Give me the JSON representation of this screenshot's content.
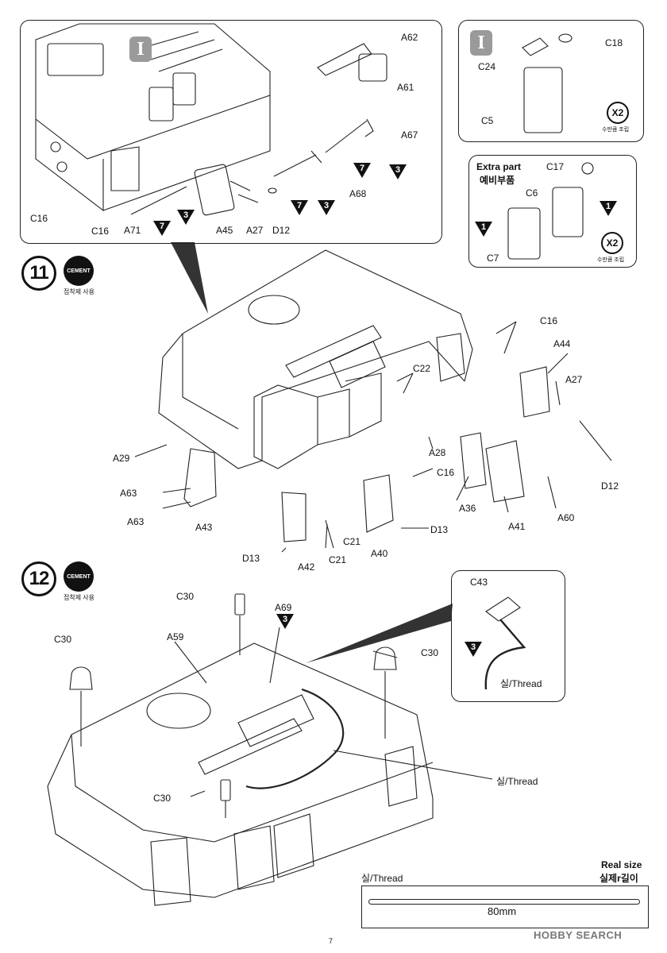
{
  "page_number": "7",
  "watermark": "HOBBY SEARCH",
  "ruler": {
    "heading_ko": "실제r길이",
    "heading_en": "Real size",
    "thread_label": "실/Thread",
    "length": "80mm"
  },
  "step11": {
    "number": "11",
    "cement_badge": "CEMENT",
    "cement_text": "접착제 사용",
    "detail_main": {
      "badge": "I",
      "parts": [
        "A62",
        "A61",
        "A67",
        "A68",
        "A45",
        "A27",
        "D12",
        "A71",
        "C16",
        "C16"
      ],
      "paint_marks": [
        "7",
        "3",
        "7",
        "3",
        "7",
        "3"
      ]
    },
    "detail_c5": {
      "badge": "I",
      "parts": [
        "C18",
        "C24",
        "C5"
      ],
      "qty": "X2",
      "qty_text": "수만큼 조립"
    },
    "detail_extra": {
      "title_en": "Extra part",
      "title_ko": "예비부품",
      "parts": [
        "C17",
        "C6",
        "C7"
      ],
      "marks": [
        "1",
        "1"
      ],
      "qty": "X2",
      "qty_text": "수만큼 조립"
    },
    "labels": [
      "C16",
      "A44",
      "A27",
      "C22",
      "D12",
      "A29",
      "A28",
      "A36",
      "A41",
      "A60",
      "A63",
      "A63",
      "A43",
      "C16",
      "D13",
      "C21",
      "C21",
      "A40",
      "D13",
      "A42"
    ]
  },
  "step12": {
    "number": "12",
    "cement_badge": "CEMENT",
    "cement_text": "접착제 사용",
    "labels": [
      "C30",
      "C30",
      "C30",
      "C30",
      "A59",
      "A69"
    ],
    "paint_mark": "3",
    "thread_label": "실/Thread",
    "inset": {
      "part": "C43",
      "mark": "3",
      "thread_label": "실/Thread"
    }
  }
}
